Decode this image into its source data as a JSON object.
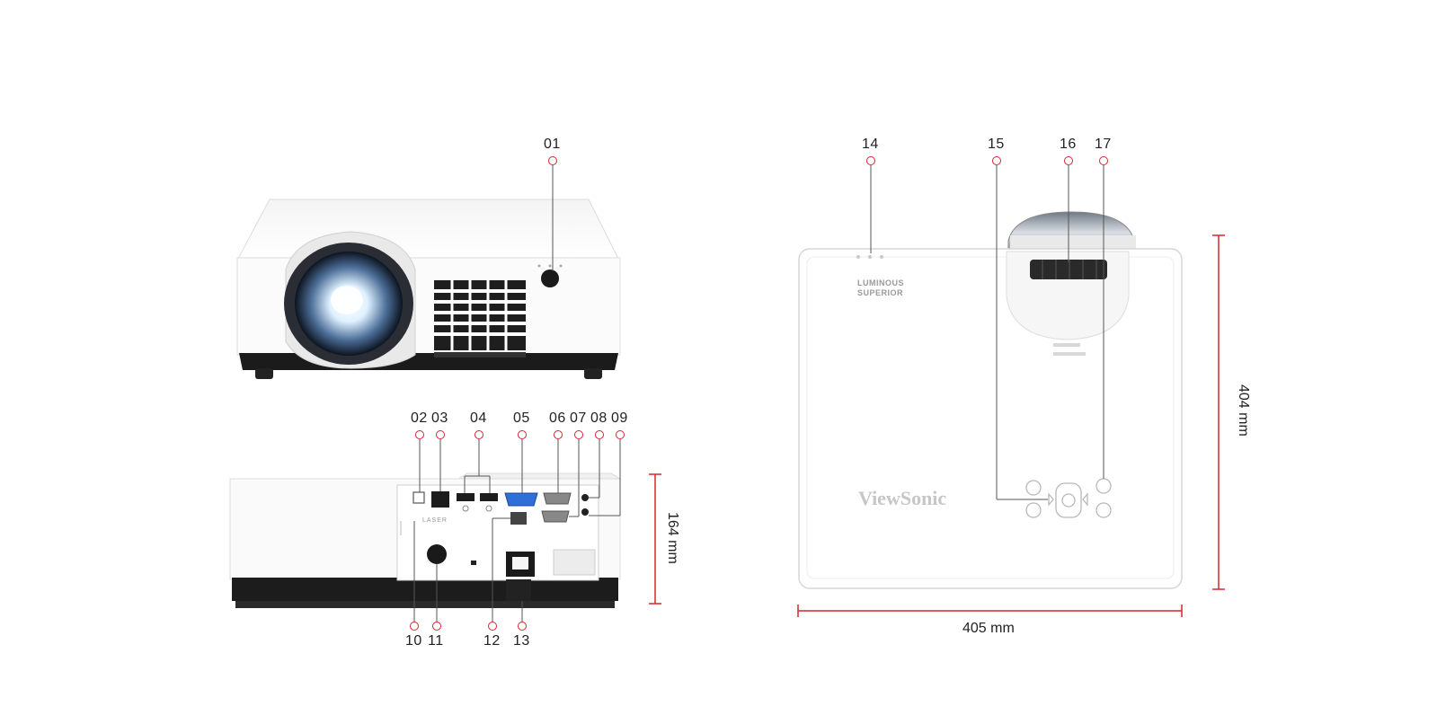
{
  "colors": {
    "accent": "#d4262f",
    "body": "#ffffff",
    "dark": "#1a1a1a"
  },
  "callouts": {
    "c01": "01",
    "c02": "02",
    "c03": "03",
    "c04": "04",
    "c05": "05",
    "c06": "06",
    "c07": "07",
    "c08": "08",
    "c09": "09",
    "c10": "10",
    "c11": "11",
    "c12": "12",
    "c13": "13",
    "c14": "14",
    "c15": "15",
    "c16": "16",
    "c17": "17"
  },
  "dimensions": {
    "height": "164 mm",
    "depth": "404 mm",
    "width": "405 mm"
  },
  "labels": {
    "brand": "ViewSonic",
    "badge_line1": "LUMINOUS",
    "badge_line2": "SUPERIOR",
    "laser": "LASER"
  }
}
